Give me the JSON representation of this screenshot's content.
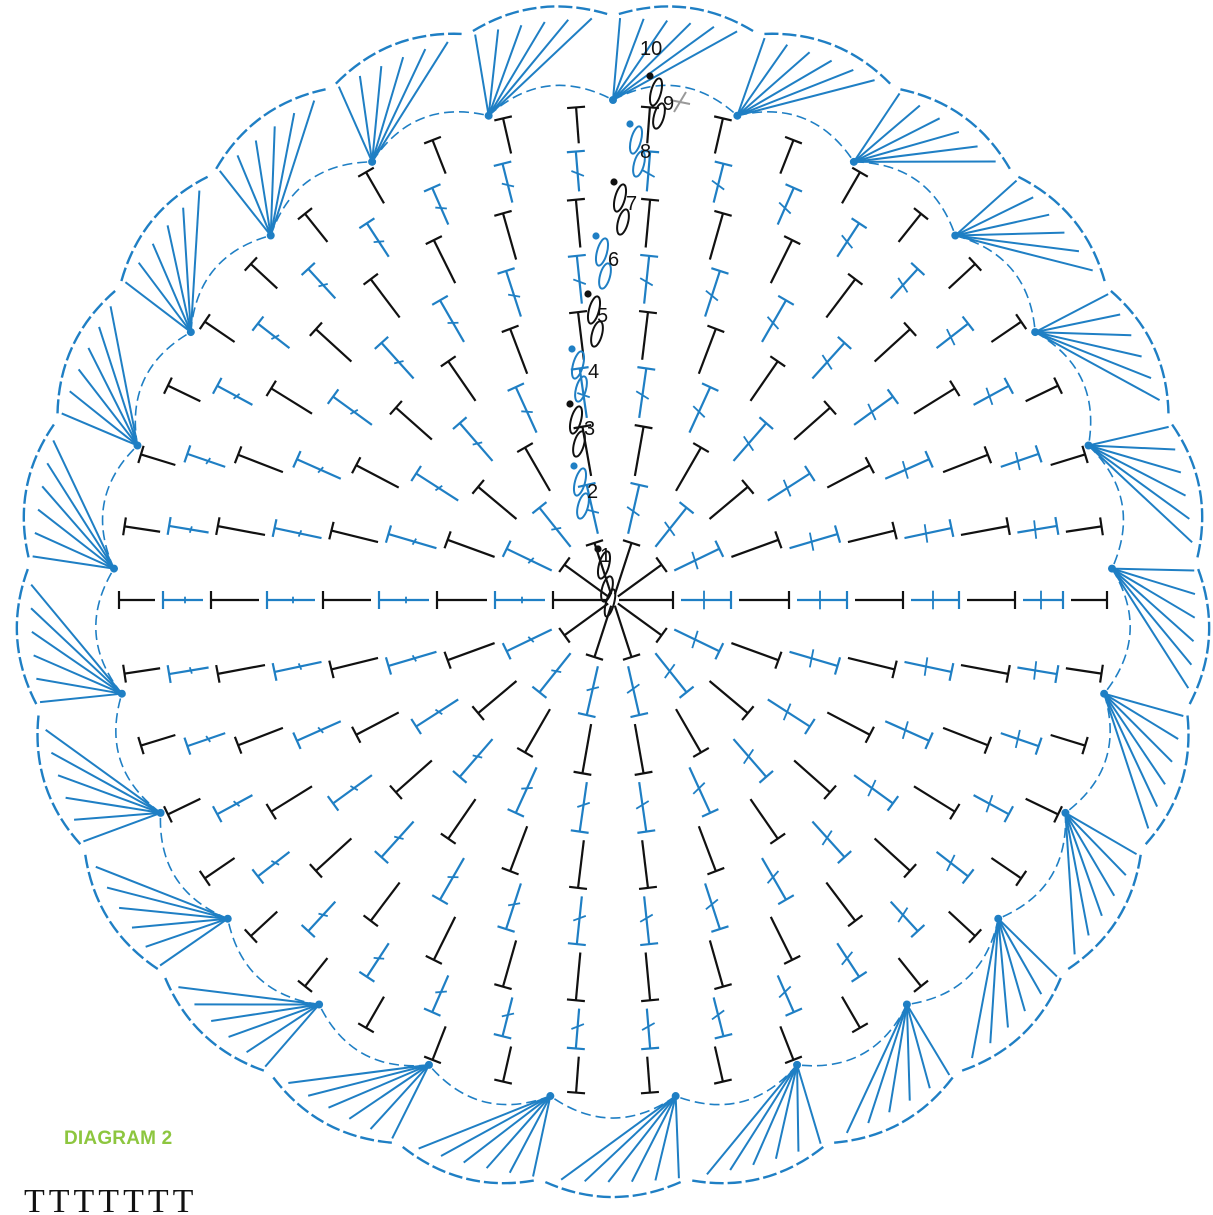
{
  "diagram": {
    "row_labels": [
      "1",
      "2",
      "3",
      "4",
      "5",
      "6",
      "7",
      "8",
      "9",
      "10"
    ],
    "scallop_count": 25,
    "colors": {
      "black_rows": "#111111",
      "blue_rows": "#1f7fc4",
      "slip_stitch_mark": "#999999"
    }
  },
  "caption": {
    "text": "DIAGRAM 2",
    "color": "#8dc63f"
  },
  "next_diagram_preview": {
    "stitch_symbols": [
      "T",
      "T",
      "T",
      "T",
      "T",
      "T",
      "T"
    ]
  }
}
